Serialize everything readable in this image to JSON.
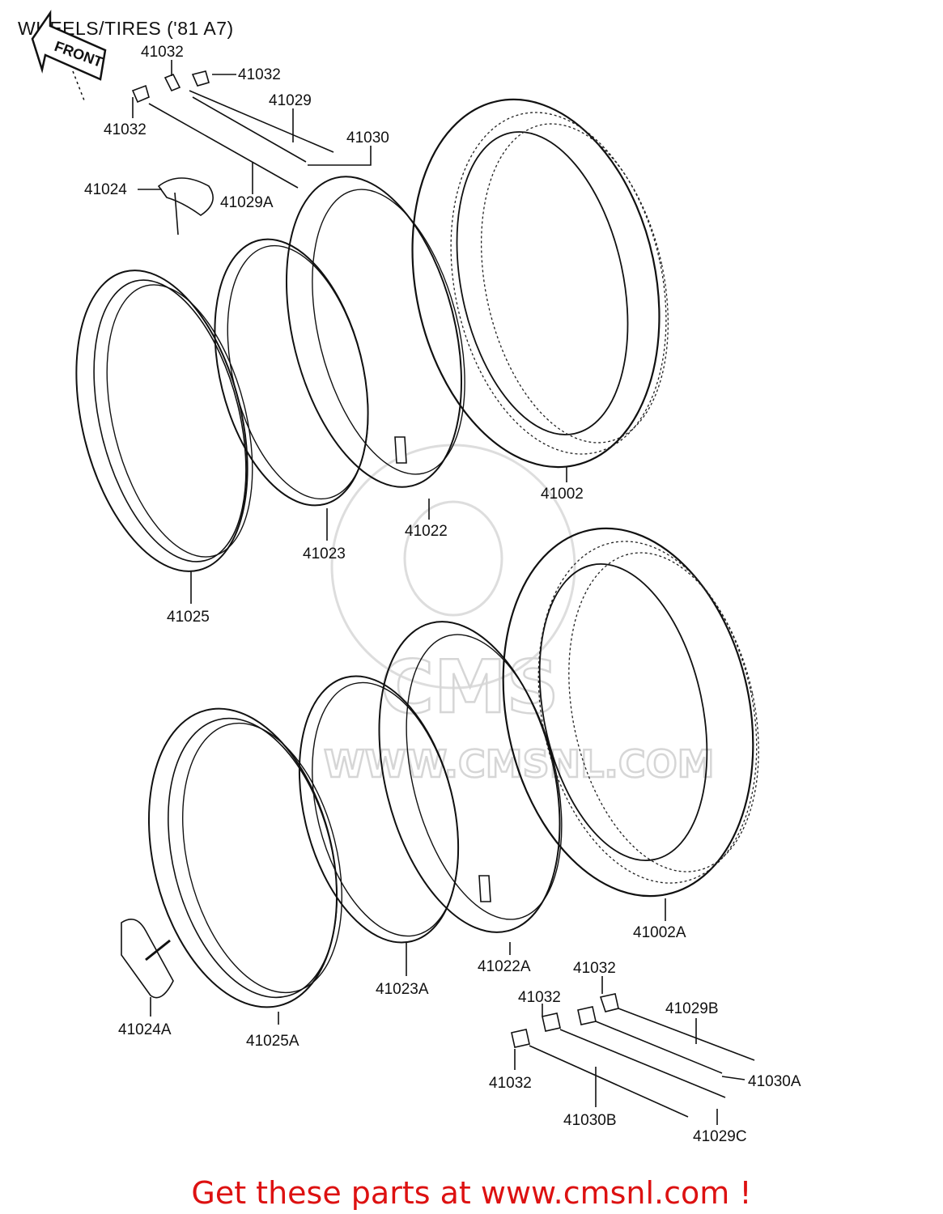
{
  "title": "WHEELS/TIRES ('81 A7)",
  "front_arrow": "FRONT",
  "watermark": {
    "brand": "CMS",
    "url": "WWW.CMSNL.COM"
  },
  "call_to_action": "Get these parts at www.cmsnl.com !",
  "parts": {
    "p41032_a": "41032",
    "p41032_b": "41032",
    "p41032_c": "41032",
    "p41029": "41029",
    "p41030": "41030",
    "p41029A": "41029A",
    "p41024": "41024",
    "p41002": "41002",
    "p41022": "41022",
    "p41023": "41023",
    "p41025": "41025",
    "p41002A": "41002A",
    "p41022A": "41022A",
    "p41023A": "41023A",
    "p41024A": "41024A",
    "p41025A": "41025A",
    "p41032_d": "41032",
    "p41032_e": "41032",
    "p41029B": "41029B",
    "p41032_f": "41032",
    "p41030A": "41030A",
    "p41030B": "41030B",
    "p41029C": "41029C"
  }
}
